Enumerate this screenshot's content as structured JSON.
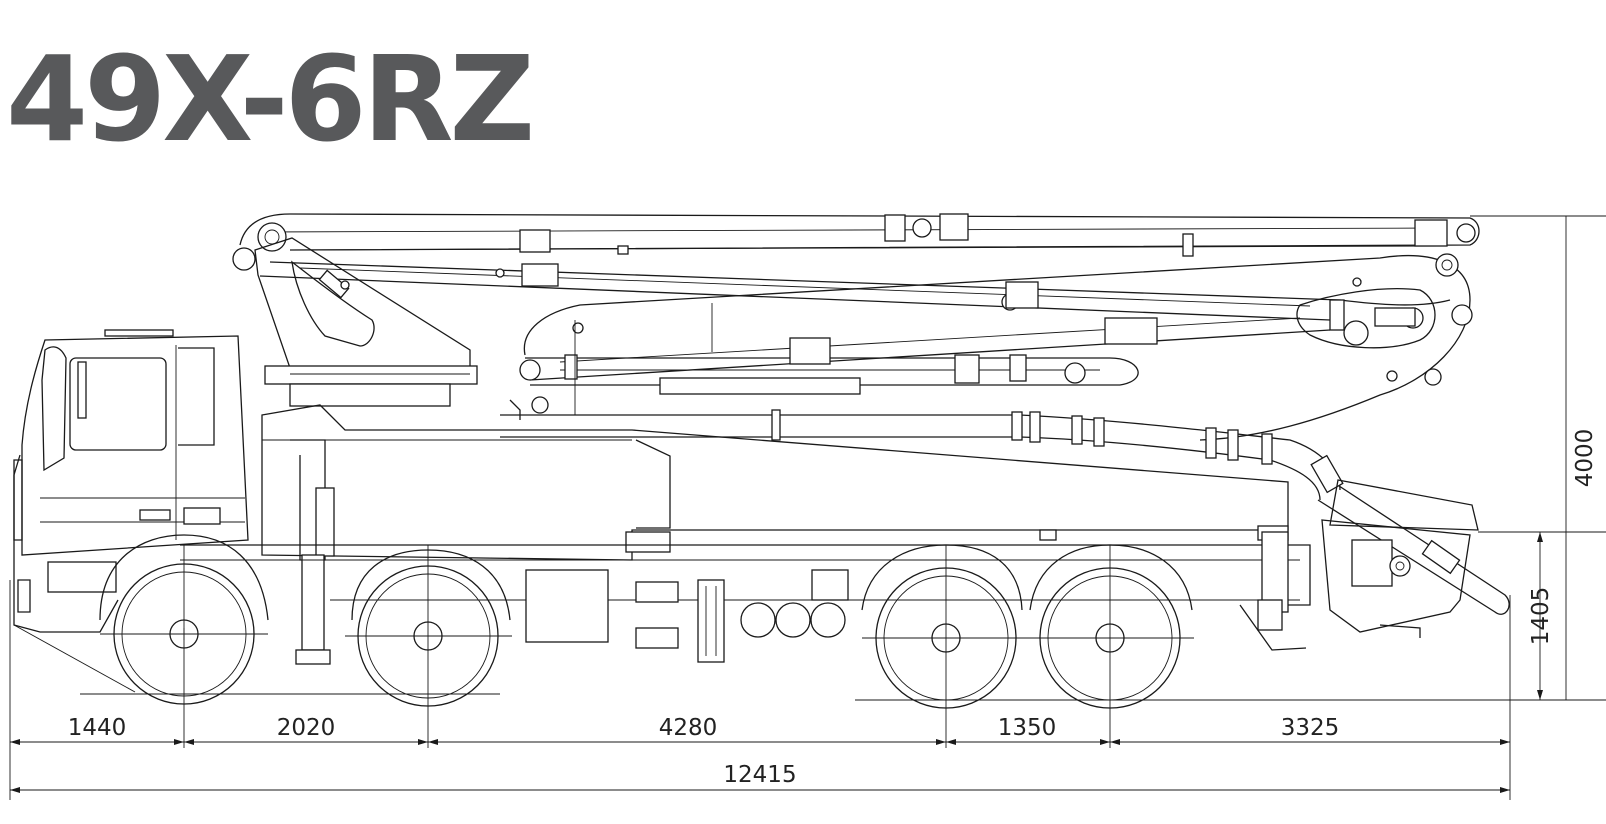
{
  "title": "49X-6RZ",
  "dimensions": {
    "horizontal": [
      "1440",
      "2020",
      "4280",
      "1350",
      "3325"
    ],
    "overall_length": "12415",
    "height_rear": "1405",
    "height_total": "4000"
  },
  "colors": {
    "title": "#58595b",
    "line": "#1a1a1a",
    "background": "#ffffff"
  }
}
